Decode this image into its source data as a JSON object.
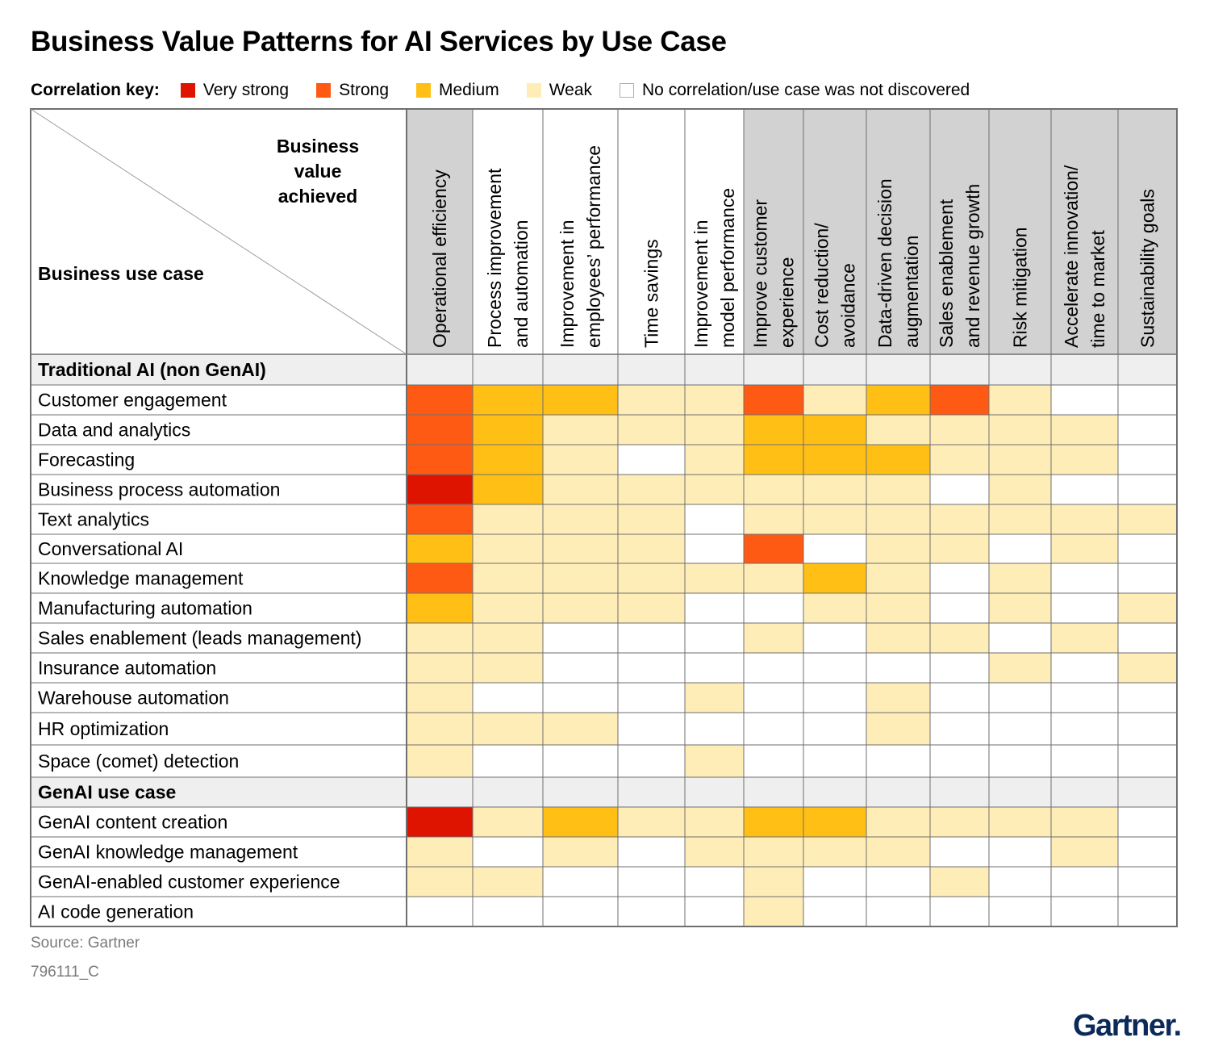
{
  "title": "Business Value Patterns for AI Services by Use Case",
  "key": {
    "title": "Correlation key:",
    "items": [
      {
        "label": "Very strong",
        "color": "#de1400"
      },
      {
        "label": "Strong",
        "color": "#ff5a14"
      },
      {
        "label": "Medium",
        "color": "#ffbf14"
      },
      {
        "label": "Weak",
        "color": "#ffedb8"
      },
      {
        "label": "No correlation/use case was not discovered",
        "color": "#ffffff"
      }
    ]
  },
  "header": {
    "value_label": [
      "Business",
      "value",
      "achieved"
    ],
    "use_case_label": "Business use case"
  },
  "chart_data": {
    "type": "heatmap",
    "title": "Business Value Patterns for AI Services by Use Case",
    "levels": {
      "0": "No correlation/use case was not discovered",
      "1": "Weak",
      "2": "Medium",
      "3": "Strong",
      "4": "Very strong"
    },
    "colors": {
      "0": "#ffffff",
      "1": "#ffedb8",
      "2": "#ffbf14",
      "3": "#ff5a14",
      "4": "#de1400"
    },
    "columns": [
      {
        "lines": [
          "Operational efficiency"
        ],
        "shaded": true
      },
      {
        "lines": [
          "Process improvement",
          "and automation"
        ],
        "shaded": false
      },
      {
        "lines": [
          "Improvement in",
          "employees’ performance"
        ],
        "shaded": false
      },
      {
        "lines": [
          "Time savings"
        ],
        "shaded": false
      },
      {
        "lines": [
          "Improvement in",
          "model performance"
        ],
        "shaded": false
      },
      {
        "lines": [
          "Improve customer",
          "experience"
        ],
        "shaded": true
      },
      {
        "lines": [
          "Cost reduction/",
          "avoidance"
        ],
        "shaded": true
      },
      {
        "lines": [
          "Data-driven decision",
          "augmentation"
        ],
        "shaded": true
      },
      {
        "lines": [
          "Sales enablement",
          "and revenue growth"
        ],
        "shaded": true
      },
      {
        "lines": [
          "Risk mitigation"
        ],
        "shaded": true
      },
      {
        "lines": [
          "Accelerate innovation/",
          "time to market"
        ],
        "shaded": true
      },
      {
        "lines": [
          "Sustainability goals"
        ],
        "shaded": true
      }
    ],
    "groups": [
      {
        "name": "Traditional AI (non GenAI)",
        "rows": [
          {
            "label": "Customer engagement",
            "values": [
              3,
              2,
              2,
              1,
              1,
              3,
              1,
              2,
              3,
              1,
              0,
              0
            ]
          },
          {
            "label": "Data and analytics",
            "values": [
              3,
              2,
              1,
              1,
              1,
              2,
              2,
              1,
              1,
              1,
              1,
              0
            ]
          },
          {
            "label": "Forecasting",
            "values": [
              3,
              2,
              1,
              0,
              1,
              2,
              2,
              2,
              1,
              1,
              1,
              0
            ]
          },
          {
            "label": "Business process automation",
            "values": [
              4,
              2,
              1,
              1,
              1,
              1,
              1,
              1,
              0,
              1,
              0,
              0
            ]
          },
          {
            "label": "Text analytics",
            "values": [
              3,
              1,
              1,
              1,
              0,
              1,
              1,
              1,
              1,
              1,
              1,
              1
            ]
          },
          {
            "label": "Conversational AI",
            "values": [
              2,
              1,
              1,
              1,
              0,
              3,
              0,
              1,
              1,
              0,
              1,
              0
            ]
          },
          {
            "label": "Knowledge management",
            "values": [
              3,
              1,
              1,
              1,
              1,
              1,
              2,
              1,
              0,
              1,
              0,
              0
            ]
          },
          {
            "label": "Manufacturing automation",
            "values": [
              2,
              1,
              1,
              1,
              0,
              0,
              1,
              1,
              0,
              1,
              0,
              1
            ]
          },
          {
            "label": "Sales enablement (leads management)",
            "values": [
              1,
              1,
              0,
              0,
              0,
              1,
              0,
              1,
              1,
              0,
              1,
              0
            ]
          },
          {
            "label": "Insurance automation",
            "values": [
              1,
              1,
              0,
              0,
              0,
              0,
              0,
              0,
              0,
              1,
              0,
              1
            ]
          },
          {
            "label": "Warehouse automation",
            "values": [
              1,
              0,
              0,
              0,
              1,
              0,
              0,
              1,
              0,
              0,
              0,
              0
            ]
          },
          {
            "label": "HR optimization",
            "values": [
              1,
              1,
              1,
              0,
              0,
              0,
              0,
              1,
              0,
              0,
              0,
              0
            ]
          },
          {
            "label": "Space (comet) detection",
            "values": [
              1,
              0,
              0,
              0,
              1,
              0,
              0,
              0,
              0,
              0,
              0,
              0
            ]
          }
        ]
      },
      {
        "name": "GenAI use case",
        "rows": [
          {
            "label": "GenAI content creation",
            "values": [
              4,
              1,
              2,
              1,
              1,
              2,
              2,
              1,
              1,
              1,
              1,
              0
            ]
          },
          {
            "label": "GenAI knowledge management",
            "values": [
              1,
              0,
              1,
              0,
              1,
              1,
              1,
              1,
              0,
              0,
              1,
              0
            ]
          },
          {
            "label": "GenAI-enabled customer experience",
            "values": [
              1,
              1,
              0,
              0,
              0,
              1,
              0,
              0,
              1,
              0,
              0,
              0
            ]
          },
          {
            "label": "AI code generation",
            "values": [
              0,
              0,
              0,
              0,
              0,
              1,
              0,
              0,
              0,
              0,
              0,
              0
            ]
          }
        ]
      }
    ]
  },
  "source": "Source: Gartner",
  "doc_id": "796111_C",
  "logo": "Gartner."
}
